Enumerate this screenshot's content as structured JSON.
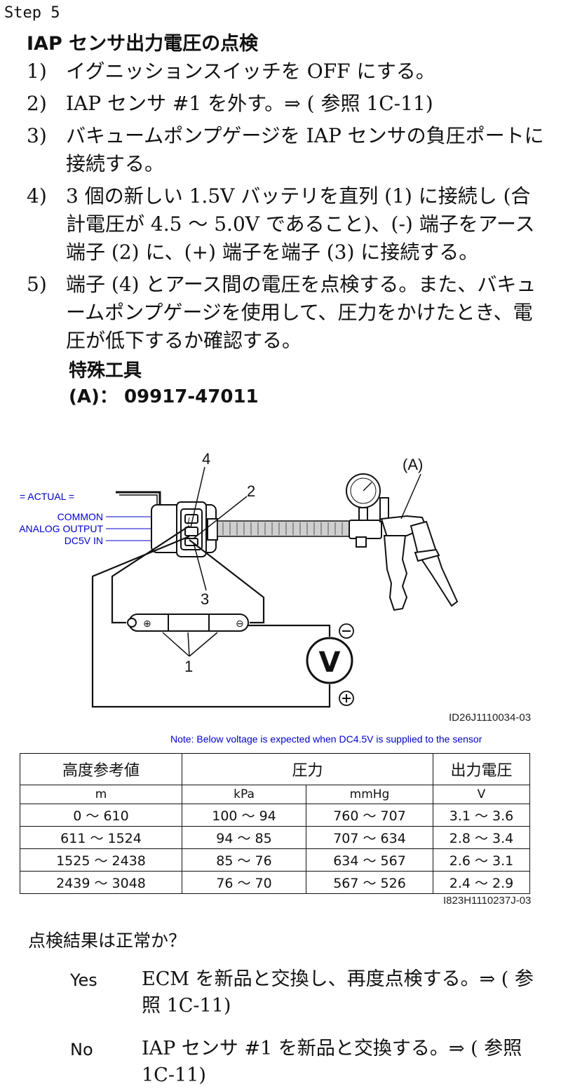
{
  "header": {
    "step": "Step 5",
    "title": "IAP センサ出力電圧の点検"
  },
  "steps": [
    {
      "num": "1)",
      "text": "イグニッションスイッチを OFF にする。"
    },
    {
      "num": "2)",
      "text": "IAP センサ #1 を外す。⇒ ( 参照 1C-11)"
    },
    {
      "num": "3)",
      "text": "バキュームポンプゲージを IAP センサの負圧ポートに接続する。"
    },
    {
      "num": "4)",
      "text": "3 個の新しい 1.5V バッテリを直列 (1) に接続し (合計電圧が 4.5 〜 5.0V であること)、(-) 端子をアース端子 (2) に、(+) 端子を端子 (3) に接続する。"
    },
    {
      "num": "5)",
      "text": "端子 (4) とアース間の電圧を点検する。また、バキュームポンプゲージを使用して、圧力をかけたとき、電圧が低下するか確認する。"
    }
  ],
  "special_tool": {
    "heading": "特殊工具",
    "value": "(A)： 09917-47011"
  },
  "diagram": {
    "actual_label": "= ACTUAL =",
    "pins": {
      "common": "COMMON",
      "analog_output": "ANALOG OUTPUT",
      "dc5v_in": "DC5V IN"
    },
    "callouts": {
      "c4": "4",
      "c2": "2",
      "c3": "3",
      "c1": "1",
      "tool": "(A)"
    },
    "symbols": {
      "voltmeter": "V",
      "minus": "−",
      "plus": "+"
    },
    "figure_code": "ID26J1110034-03",
    "colors": {
      "annotation": "#0000cc",
      "line": "#111111"
    }
  },
  "note": "Note: Below voltage is expected when DC4.5V is supplied to the sensor",
  "table": {
    "headers": [
      "高度参考値",
      "圧力",
      "出力電圧"
    ],
    "units": [
      "m",
      "kPa",
      "mmHg",
      "V"
    ],
    "rows": [
      [
        "0 ～ 610",
        "100 ～ 94",
        "760 ～ 707",
        "3.1 ～ 3.6"
      ],
      [
        "611 ～ 1524",
        "94 ～ 85",
        "707 ～ 634",
        "2.8 ～ 3.4"
      ],
      [
        "1525 ～ 2438",
        "85 ～ 76",
        "634 ～ 567",
        "2.6 ～ 3.1"
      ],
      [
        "2439 ～ 3048",
        "76 ～ 70",
        "567 ～ 526",
        "2.4 ～ 2.9"
      ]
    ],
    "code": "I823H1110237J-03"
  },
  "question": "点検結果は正常か？",
  "answers": {
    "yes": {
      "key": "Yes",
      "text": "ECM を新品と交換し、再度点検する。⇒ ( 参照 1C-11)"
    },
    "no": {
      "key": "No",
      "text": "IAP センサ #1 を新品と交換する。⇒ ( 参照 1C-11)"
    }
  }
}
